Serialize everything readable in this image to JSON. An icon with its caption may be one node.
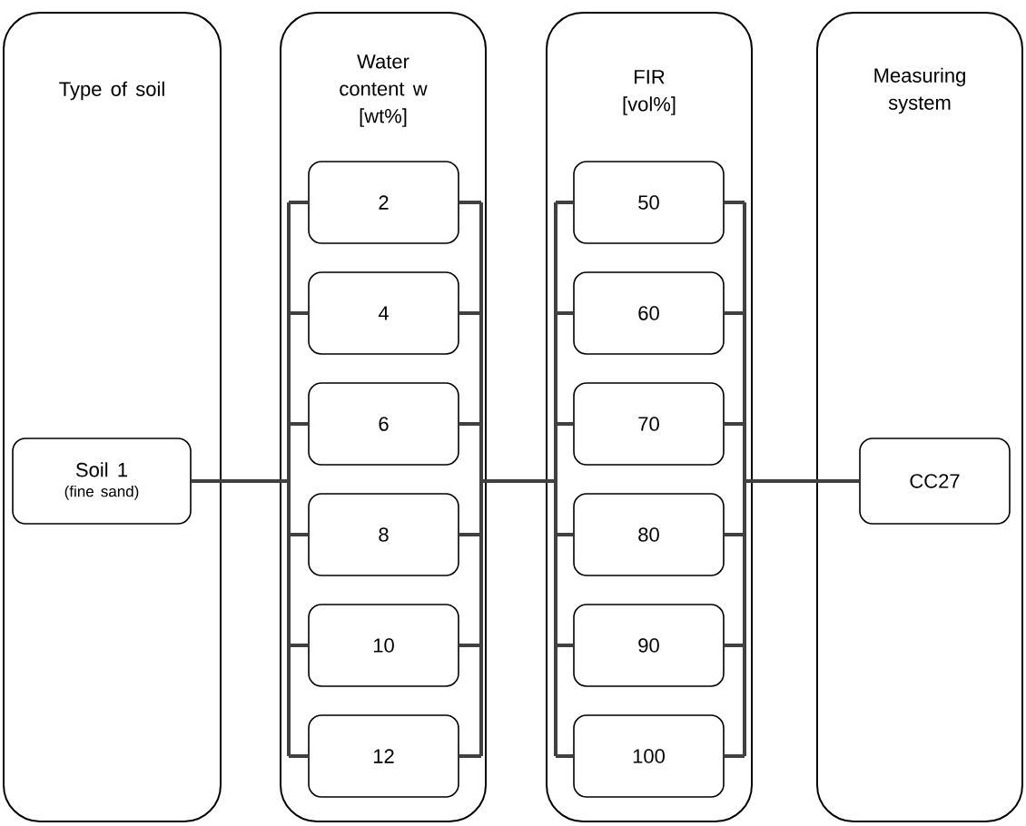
{
  "diagram": {
    "nodes": [
      {
        "text": [
          "Type of soil"
        ]
      },
      {
        "text": [
          "Soil 1",
          "(fine sand)"
        ],
        "in": 0
      },
      {
        "text": [
          "Water content w [wt%]"
        ]
      },
      {
        "text": [
          "2"
        ],
        "in": 2
      },
      {
        "text": [
          "4"
        ],
        "in": 2
      },
      {
        "text": [
          "6"
        ],
        "in": 2
      },
      {
        "text": [
          "8"
        ],
        "in": 2
      },
      {
        "text": [
          "10"
        ],
        "in": 2
      },
      {
        "text": [
          "12"
        ],
        "in": 2
      },
      {
        "text": [
          "FIR [vol%]"
        ]
      },
      {
        "text": [
          "50"
        ],
        "in": 9
      },
      {
        "text": [
          "60"
        ],
        "in": 9
      },
      {
        "text": [
          "70"
        ],
        "in": 9
      },
      {
        "text": [
          "80"
        ],
        "in": 9
      },
      {
        "text": [
          "90"
        ],
        "in": 9
      },
      {
        "text": [
          "100"
        ],
        "in": 9
      },
      {
        "text": [
          "Measuring system"
        ]
      },
      {
        "text": [
          "CC27"
        ],
        "in": 16
      }
    ],
    "edges": [
      {
        "from": 1,
        "to": 3,
        "arrow": "none"
      },
      {
        "from": 1,
        "to": 4,
        "arrow": "none"
      },
      {
        "from": 1,
        "to": 5,
        "arrow": "none"
      },
      {
        "from": 1,
        "to": 6,
        "arrow": "none"
      },
      {
        "from": 1,
        "to": 7,
        "arrow": "none"
      },
      {
        "from": 1,
        "to": 8,
        "arrow": "none"
      },
      {
        "from": 3,
        "to": 10,
        "arrow": "none"
      },
      {
        "from": 3,
        "to": 11,
        "arrow": "none"
      },
      {
        "from": 3,
        "to": 12,
        "arrow": "none"
      },
      {
        "from": 3,
        "to": 13,
        "arrow": "none"
      },
      {
        "from": 3,
        "to": 14,
        "arrow": "none"
      },
      {
        "from": 3,
        "to": 15,
        "arrow": "none"
      },
      {
        "from": 4,
        "to": 10,
        "arrow": "none"
      },
      {
        "from": 4,
        "to": 11,
        "arrow": "none"
      },
      {
        "from": 4,
        "to": 12,
        "arrow": "none"
      },
      {
        "from": 4,
        "to": 13,
        "arrow": "none"
      },
      {
        "from": 4,
        "to": 14,
        "arrow": "none"
      },
      {
        "from": 4,
        "to": 15,
        "arrow": "none"
      },
      {
        "from": 5,
        "to": 10,
        "arrow": "none"
      },
      {
        "from": 5,
        "to": 11,
        "arrow": "none"
      },
      {
        "from": 5,
        "to": 12,
        "arrow": "none"
      },
      {
        "from": 5,
        "to": 13,
        "arrow": "none"
      },
      {
        "from": 5,
        "to": 14,
        "arrow": "none"
      },
      {
        "from": 5,
        "to": 15,
        "arrow": "none"
      },
      {
        "from": 6,
        "to": 10,
        "arrow": "none"
      },
      {
        "from": 6,
        "to": 11,
        "arrow": "none"
      },
      {
        "from": 6,
        "to": 12,
        "arrow": "none"
      },
      {
        "from": 6,
        "to": 13,
        "arrow": "none"
      },
      {
        "from": 6,
        "to": 14,
        "arrow": "none"
      },
      {
        "from": 6,
        "to": 15,
        "arrow": "none"
      },
      {
        "from": 7,
        "to": 10,
        "arrow": "none"
      },
      {
        "from": 7,
        "to": 11,
        "arrow": "none"
      },
      {
        "from": 7,
        "to": 12,
        "arrow": "none"
      },
      {
        "from": 7,
        "to": 13,
        "arrow": "none"
      },
      {
        "from": 7,
        "to": 14,
        "arrow": "none"
      },
      {
        "from": 7,
        "to": 15,
        "arrow": "none"
      },
      {
        "from": 8,
        "to": 10,
        "arrow": "none"
      },
      {
        "from": 8,
        "to": 11,
        "arrow": "none"
      },
      {
        "from": 8,
        "to": 12,
        "arrow": "none"
      },
      {
        "from": 8,
        "to": 13,
        "arrow": "none"
      },
      {
        "from": 8,
        "to": 14,
        "arrow": "none"
      },
      {
        "from": 8,
        "to": 15,
        "arrow": "none"
      },
      {
        "from": 10,
        "to": 17,
        "arrow": "none"
      },
      {
        "from": 11,
        "to": 17,
        "arrow": "none"
      },
      {
        "from": 12,
        "to": 17,
        "arrow": "none"
      },
      {
        "from": 13,
        "to": 17,
        "arrow": "none"
      },
      {
        "from": 14,
        "to": 17,
        "arrow": "none"
      },
      {
        "from": 15,
        "to": 17,
        "arrow": "none"
      }
    ]
  }
}
